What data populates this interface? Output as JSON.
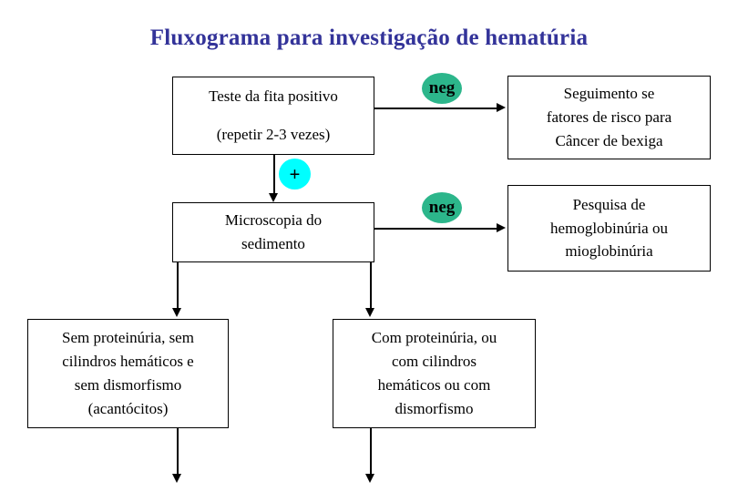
{
  "page": {
    "title": "Fluxograma para investigação de hematúria",
    "title_color": "#333399",
    "background": "#ffffff"
  },
  "diagram": {
    "type": "flowchart",
    "nodes": [
      {
        "id": "teste",
        "label_line1": "Teste da fita positivo",
        "label_line2": "(repetir 2-3 vezes)",
        "shape": "rectangle"
      },
      {
        "id": "microscopia",
        "label_line1": "Microscopia do",
        "label_line2": "sedimento",
        "shape": "rectangle"
      },
      {
        "id": "seguimento",
        "label_line1": "Seguimento se",
        "label_line2": "fatores de risco para",
        "label_line3": "Câncer de bexiga",
        "shape": "rectangle"
      },
      {
        "id": "pesquisa",
        "label_line1": "Pesquisa de",
        "label_line2": "hemoglobinúria ou",
        "label_line3": "mioglobinúria",
        "shape": "rectangle"
      },
      {
        "id": "sem-proteinuria",
        "label_line1": "Sem proteinúria, sem",
        "label_line2": "cilindros hemáticos e",
        "label_line3": "sem dismorfismo",
        "label_line4": "(acantócitos)",
        "shape": "rectangle"
      },
      {
        "id": "com-proteinuria",
        "label_line1": "Com proteinúria, ou",
        "label_line2": "com cilindros",
        "label_line3": "hemáticos ou com",
        "label_line4": "dismorfismo",
        "shape": "rectangle"
      }
    ],
    "markers": [
      {
        "id": "neg-1",
        "label": "neg",
        "color": "#2CB68B",
        "shape": "ellipse"
      },
      {
        "id": "neg-2",
        "label": "neg",
        "color": "#2CB68B",
        "shape": "ellipse"
      },
      {
        "id": "plus",
        "label": "+",
        "color": "#00FFFF",
        "shape": "ellipse"
      }
    ],
    "edges": [
      {
        "from": "teste",
        "to": "seguimento",
        "label": "neg",
        "direction": "right"
      },
      {
        "from": "teste",
        "to": "microscopia",
        "label": "+",
        "direction": "down"
      },
      {
        "from": "microscopia",
        "to": "pesquisa",
        "label": "neg",
        "direction": "right"
      },
      {
        "from": "microscopia",
        "to": "sem-proteinuria",
        "label": "",
        "direction": "down"
      },
      {
        "from": "microscopia",
        "to": "com-proteinuria",
        "label": "",
        "direction": "down"
      },
      {
        "from": "sem-proteinuria",
        "to": "",
        "label": "",
        "direction": "down"
      },
      {
        "from": "com-proteinuria",
        "to": "",
        "label": "",
        "direction": "down"
      }
    ]
  }
}
